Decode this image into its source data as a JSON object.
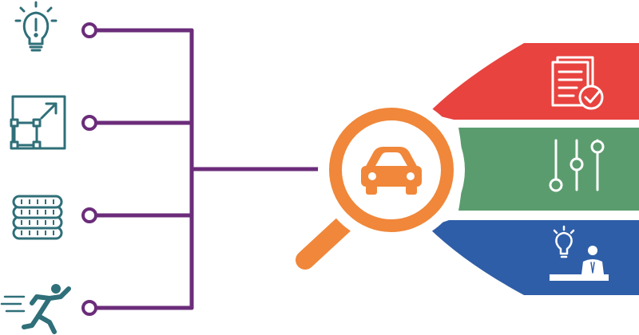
{
  "colors": {
    "teal": "#2f6f79",
    "purple": "#6b2c7a",
    "orange": "#f0873a",
    "red": "#e8433f",
    "green": "#5a9c6e",
    "blue": "#2f5ea8",
    "white": "#ffffff"
  },
  "left_icons": [
    {
      "name": "lightbulb-idea-icon"
    },
    {
      "name": "resize-expand-icon"
    },
    {
      "name": "coin-stack-icon"
    },
    {
      "name": "running-person-icon"
    }
  ],
  "center_icon": {
    "name": "magnifier-car-icon"
  },
  "right_bands": [
    {
      "name": "document-check-icon",
      "color_key": "red"
    },
    {
      "name": "sliders-settings-icon",
      "color_key": "green"
    },
    {
      "name": "advisor-idea-icon",
      "color_key": "blue"
    }
  ]
}
